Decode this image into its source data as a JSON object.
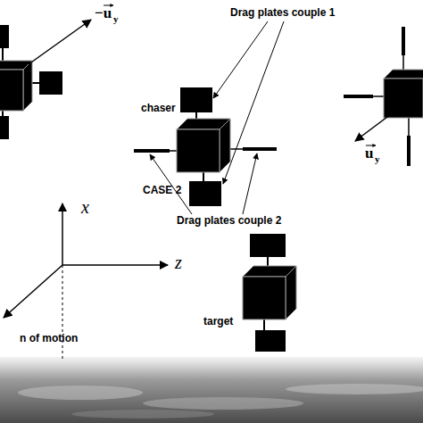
{
  "diagram": {
    "nodes": [
      {
        "text": [
          "chaser"
        ]
      },
      {
        "text": [
          "target"
        ]
      }
    ],
    "labels": [
      "−u",
      "y",
      "Drag plates couple 1",
      "u",
      "y",
      "CASE 2",
      "Drag plates couple 2",
      "x",
      "z",
      "n of motion"
    ]
  }
}
